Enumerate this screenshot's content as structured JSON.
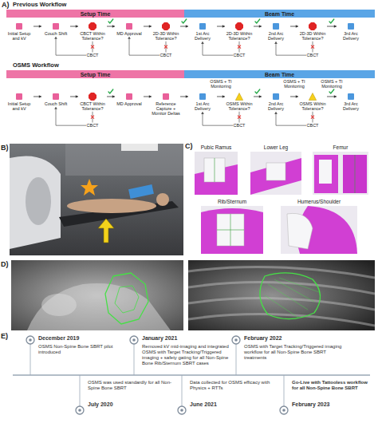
{
  "diagram": {
    "nodes": [
      {
        "text": [
          "Setup Time"
        ]
      },
      {
        "text": [
          "Beam Time"
        ]
      },
      {
        "text": [
          "Initial Setup and kV"
        ]
      },
      {
        "text": [
          "Couch Shift"
        ]
      },
      {
        "text": [
          "CBCT Within Tolerance?"
        ]
      },
      {
        "text": [
          "MD Approval"
        ]
      },
      {
        "text": [
          "2D-3D Within Tolerance?"
        ]
      },
      {
        "text": [
          "1st Arc Delivery"
        ]
      },
      {
        "text": [
          "2D-3D Within Tolerance?"
        ]
      },
      {
        "text": [
          "2nd Arc Delivery"
        ]
      },
      {
        "text": [
          "2D-3D Within Tolerance?"
        ]
      },
      {
        "text": [
          "3rd Arc Delivery"
        ]
      },
      {
        "text": [
          "Setup Time"
        ]
      },
      {
        "text": [
          "Beam Time"
        ]
      },
      {
        "text": [
          "Initial Setup and kV"
        ]
      },
      {
        "text": [
          "Couch Shift"
        ]
      },
      {
        "text": [
          "CBCT Within Tolerance?"
        ]
      },
      {
        "text": [
          "MD Approval"
        ]
      },
      {
        "text": [
          "Reference Capture + Monitor Deltas"
        ]
      },
      {
        "text": [
          "1st Arc Delivery"
        ]
      },
      {
        "text": [
          "OSMS Within Tolerance?"
        ]
      },
      {
        "text": [
          "2nd Arc Delivery"
        ]
      },
      {
        "text": [
          "OSMS Within Tolerance?"
        ]
      },
      {
        "text": [
          "3rd Arc Delivery"
        ]
      }
    ],
    "edges": [
      {
        "from": 2,
        "to": 3,
        "arrow": "to"
      },
      {
        "from": 3,
        "to": 4,
        "arrow": "to"
      },
      {
        "from": 4,
        "to": 5,
        "arrow": "to"
      },
      {
        "from": 5,
        "to": 6,
        "arrow": "to"
      },
      {
        "from": 6,
        "to": 7,
        "arrow": "to"
      },
      {
        "from": 7,
        "to": 8,
        "arrow": "to"
      },
      {
        "from": 8,
        "to": 9,
        "arrow": "to"
      },
      {
        "from": 9,
        "to": 10,
        "arrow": "to"
      },
      {
        "from": 10,
        "to": 11,
        "arrow": "to"
      },
      {
        "from": 14,
        "to": 15,
        "arrow": "to"
      },
      {
        "from": 15,
        "to": 16,
        "arrow": "to"
      },
      {
        "from": 16,
        "to": 17,
        "arrow": "to"
      },
      {
        "from": 17,
        "to": 18,
        "arrow": "to"
      },
      {
        "from": 18,
        "to": 19,
        "arrow": "to"
      },
      {
        "from": 19,
        "to": 20,
        "arrow": "to",
        "label": "OSMS + TI Monitoring"
      },
      {
        "from": 20,
        "to": 21,
        "arrow": "to"
      },
      {
        "from": 21,
        "to": 22,
        "arrow": "to",
        "label": "OSMS + TI Monitoring"
      },
      {
        "from": 22,
        "to": 23,
        "arrow": "to",
        "label": "OSMS + TI Monitoring"
      }
    ],
    "labels": [
      "A)",
      "Previous Workflow",
      "CBCT",
      "CBCT",
      "CBCT",
      "CBCT",
      "OSMS Workflow",
      "CBCT",
      "CBCT",
      "CBCT",
      "B)",
      "C)",
      "Pubic Ramus",
      "Lower Leg",
      "Femur",
      "Rib/Sternum",
      "Humerus/Shoulder",
      "D)",
      "E)",
      "December 2019",
      "OSMS Non-Spine Bone SBRT pilot introduced",
      "July 2020",
      "OSMS was used standardly for all Non-Spine Bone SBRT",
      "January 2021",
      "Removed kV mid-imaging and integrated OSMS with Target Tracking/Triggered imaging + safety gating for all Non-Spine Bone Rib/Sternum SBRT cases",
      "June 2021",
      "Data collected for OSMS efficacy with Physics + RTTs",
      "February 2022",
      "OSMS with Target Tracking/Triggered imaging workflow for all Non-Spine Bone SBRT treatments",
      "February 2023",
      "Go-Live with Tattooless workflow for all Non-Spine Bone SBRT"
    ]
  }
}
